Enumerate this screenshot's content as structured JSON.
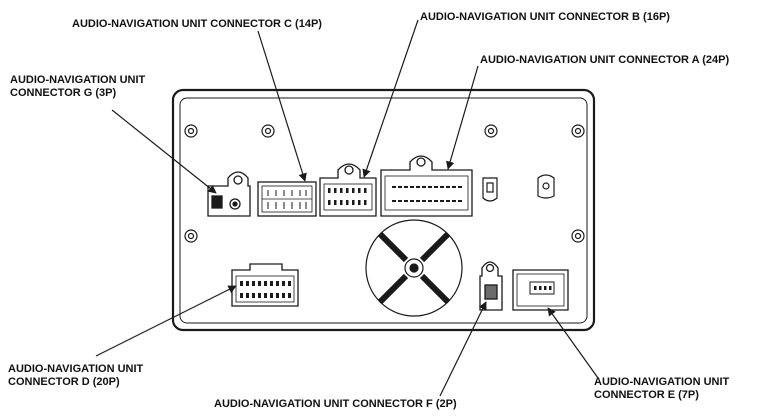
{
  "labels": {
    "connector_c": "AUDIO-NAVIGATION UNIT CONNECTOR C (14P)",
    "connector_b": "AUDIO-NAVIGATION UNIT CONNECTOR B (16P)",
    "connector_a": "AUDIO-NAVIGATION UNIT CONNECTOR A (24P)",
    "connector_g_line1": "AUDIO-NAVIGATION UNIT",
    "connector_g_line2": "CONNECTOR G (3P)",
    "connector_d_line1": "AUDIO-NAVIGATION UNIT",
    "connector_d_line2": "CONNECTOR D (20P)",
    "connector_f": "AUDIO-NAVIGATION UNIT CONNECTOR F (2P)",
    "connector_e_line1": "AUDIO-NAVIGATION UNIT",
    "connector_e_line2": "CONNECTOR E (7P)"
  },
  "colors": {
    "line": "#1a1a1a",
    "panel": "#ffffff",
    "shade": "#6b6b6b"
  }
}
